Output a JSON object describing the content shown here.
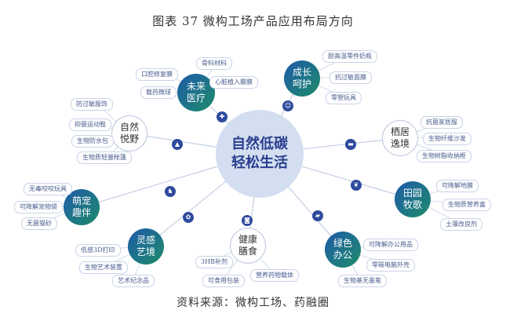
{
  "title": "图表 37 微构工场产品应用布局方向",
  "source": "资料来源：微构工场、药融圈",
  "center": {
    "line1": "自然低碳",
    "line2": "轻松生活"
  },
  "hubs": {
    "future_medical": {
      "line1": "未来",
      "line2": "医疗"
    },
    "growth": {
      "line1": "成长",
      "line2": "呵护"
    },
    "nature_joy": {
      "line1": "自然",
      "line2": "悦野"
    },
    "habitat": {
      "line1": "栖居",
      "line2": "逸境"
    },
    "pets": {
      "line1": "萌宠",
      "line2": "趣伴"
    },
    "pastoral": {
      "line1": "田园",
      "line2": "牧歌"
    },
    "inspiration": {
      "line1": "灵感",
      "line2": "艺境"
    },
    "healthy_diet": {
      "line1": "健康",
      "line2": "膳食"
    },
    "green_office": {
      "line1": "绿色",
      "line2": "办公"
    }
  },
  "items": {
    "future_medical": [
      "骨科材料",
      "口腔修复膜",
      "心脏植入瓣膜",
      "载药微球"
    ],
    "growth": [
      "耐高温零件奶瓶",
      "抗过敏面膜",
      "零塑玩具"
    ],
    "nature_joy": [
      "防过敏服饰",
      "抑菌运动鞋",
      "生物防水包",
      "生物质轻量帐篷"
    ],
    "habitat": [
      "抗菌家居服",
      "生物纤维沙发",
      "生物树脂收纳框"
    ],
    "pets": [
      "无毒咬咬玩具",
      "可降解宠物袋",
      "无菌猫砂"
    ],
    "pastoral": [
      "可降解地膜",
      "生物质营养盒",
      "土壤改良剂"
    ],
    "inspiration": [
      "低感3D打印",
      "生物艺术装置",
      "艺术纪念品"
    ],
    "healthy_diet": [
      "3HB补剂",
      "可食用包装",
      "营养药物载体"
    ],
    "green_office": [
      "可降解办公用品",
      "零碳电脑外壳",
      "生物基无墨笔"
    ]
  },
  "icons": [
    "medical-cross-icon",
    "baby-icon",
    "tent-icon",
    "bed-icon",
    "dog-icon",
    "leaf-icon",
    "palette-icon",
    "cup-icon",
    "truck-icon"
  ],
  "colors": {
    "center_fill": "#d3def0",
    "center_text": "#2b3f8f",
    "hub_dark_start": "#1e5aa8",
    "hub_dark_end": "#1e8c6a",
    "line": "#b8c6e0",
    "pill_text": "#4a5d8f"
  }
}
